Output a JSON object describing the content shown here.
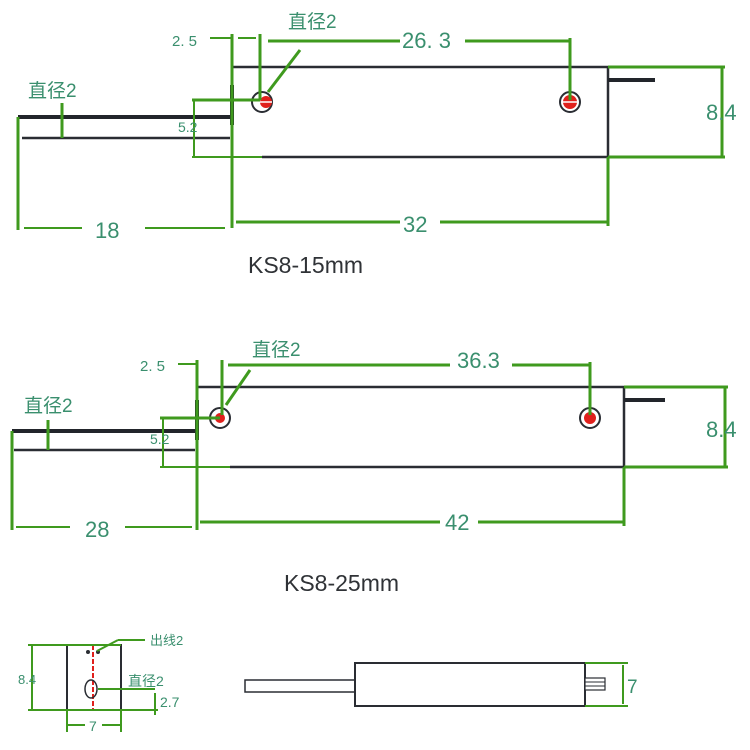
{
  "top": {
    "title": "KS8-15mm",
    "dim_offset": "2. 5",
    "dim_hole_spacing": "26. 3",
    "dim_height": "8.4",
    "dim_wire_offset": "5.2",
    "dim_wire_length": "18",
    "dim_body_length": "32",
    "hole_diameter": "直径2",
    "wire_diameter": "直径2"
  },
  "middle": {
    "title": "KS8-25mm",
    "dim_offset": "2. 5",
    "dim_hole_spacing": "36.3",
    "dim_height": "8.4",
    "dim_wire_offset": "5.2",
    "dim_wire_length": "28",
    "dim_body_length": "42",
    "hole_diameter": "直径2",
    "wire_diameter": "直径2"
  },
  "bottom": {
    "end_height": "8.4",
    "end_width": "7",
    "wire_exit": "出线2",
    "hole_diameter": "直径2",
    "hole_offset": "2.7",
    "side_height": "7"
  },
  "colors": {
    "dimension": "#3f9a1e",
    "outline": "#2a2d33",
    "hole": "#e0201c"
  }
}
